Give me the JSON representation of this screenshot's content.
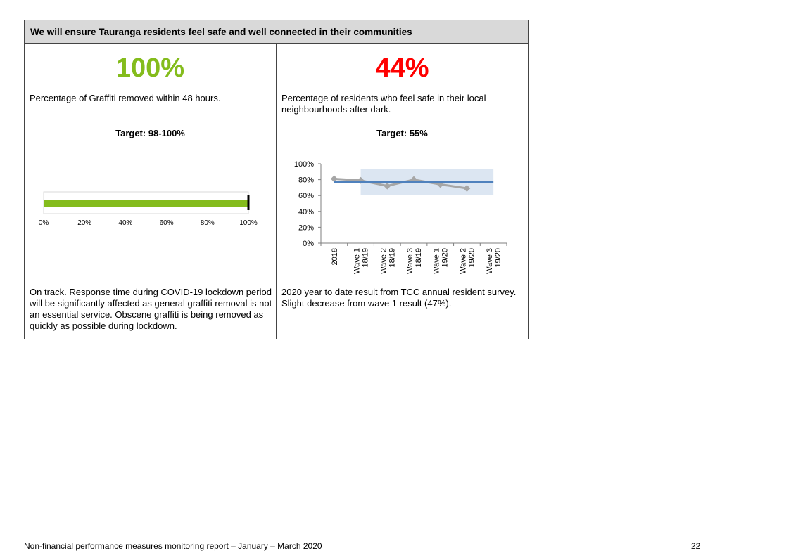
{
  "section": {
    "title": "We will ensure Tauranga residents feel safe and well connected in their communities"
  },
  "graffiti": {
    "value": "100%",
    "value_color": "#84bc1c",
    "description": "Percentage of Graffiti removed within 48 hours.",
    "target": "Target: 98-100%",
    "comment": "On track.  Response time during COVID-19 lockdown period will be significantly affected as general graffiti removal is not an essential service.  Obscene graffiti is being removed as quickly as possible during lockdown."
  },
  "safety": {
    "value": "44%",
    "value_color": "#ff0000",
    "description": "Percentage of residents who feel safe in their local neighbourhoods after dark.",
    "target": "Target: 55%",
    "comment": "2020 year to date result from TCC annual resident survey. Slight decrease from wave 1 result (47%)."
  },
  "chart_data": [
    {
      "type": "bar",
      "orientation": "horizontal",
      "categories": [
        ""
      ],
      "values": [
        100
      ],
      "xlim": [
        0,
        100
      ],
      "tick_labels": [
        "0%",
        "20%",
        "40%",
        "60%",
        "80%",
        "100%"
      ],
      "bar_color": "#84bc1c",
      "marker_value": 100,
      "grid": false
    },
    {
      "type": "line",
      "categories": [
        "2018",
        "Wave 1 18/19",
        "Wave 2 18/19",
        "Wave 3 18/19",
        "Wave 1 19/20",
        "Wave 2 19/20",
        "Wave 3 19/20"
      ],
      "category_lines": [
        [
          "2018"
        ],
        [
          "Wave 1",
          "18/19"
        ],
        [
          "Wave 2",
          "18/19"
        ],
        [
          "Wave 3",
          "18/19"
        ],
        [
          "Wave 1",
          "19/20"
        ],
        [
          "Wave 2",
          "19/20"
        ],
        [
          "Wave 3",
          "19/20"
        ]
      ],
      "series": [
        {
          "values": [
            81,
            79,
            72,
            80,
            74,
            69,
            null
          ],
          "color": "#a6a6a6"
        },
        {
          "values": [
            77,
            77,
            77,
            77,
            77,
            77,
            77
          ],
          "color": "#4f81bd"
        }
      ],
      "band": {
        "from_category": 1,
        "to_category": 6,
        "y_range": [
          61,
          93
        ],
        "color": "#dce6f2"
      },
      "ylim": [
        0,
        100
      ],
      "tick_labels": [
        "0%",
        "20%",
        "40%",
        "60%",
        "80%",
        "100%"
      ],
      "grid": false
    }
  ],
  "footer": {
    "text": "Non-financial performance measures monitoring report – January – March 2020",
    "page": "22"
  }
}
